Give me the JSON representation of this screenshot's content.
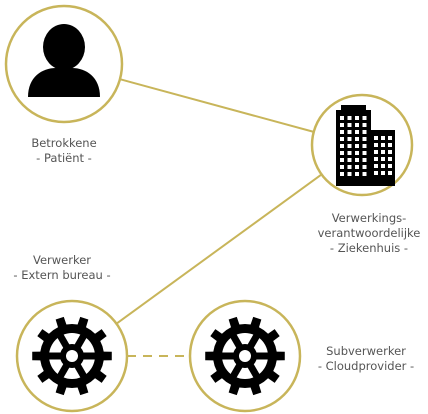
{
  "colors": {
    "ring": "#c8b55a",
    "connector": "#c8b55a",
    "icon": "#000000",
    "label_text": "#555555"
  },
  "nodes": [
    {
      "id": "betrokkene",
      "icon": "person-icon",
      "line1": "Betrokkene",
      "line2": "- Patiënt -",
      "line3": ""
    },
    {
      "id": "verwerkingsverantwoordelijke",
      "icon": "building-icon",
      "line1": "Verwerkings-",
      "line2": "verantwoordelijke",
      "line3": "- Ziekenhuis -"
    },
    {
      "id": "verwerker",
      "icon": "gear-icon",
      "line1": "Verwerker",
      "line2": "- Extern bureau -",
      "line3": ""
    },
    {
      "id": "subverwerker",
      "icon": "gear-icon",
      "line1": "Subverwerker",
      "line2": "- Cloudprovider -",
      "line3": ""
    }
  ],
  "edges": [
    {
      "from": "betrokkene",
      "to": "verwerkingsverantwoordelijke",
      "style": "solid"
    },
    {
      "from": "verwerker",
      "to": "verwerkingsverantwoordelijke",
      "style": "solid"
    },
    {
      "from": "verwerker",
      "to": "subverwerker",
      "style": "dashed"
    }
  ]
}
